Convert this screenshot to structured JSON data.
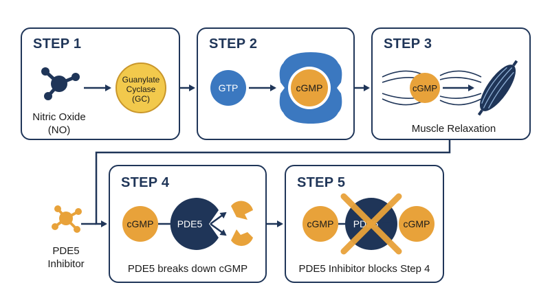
{
  "colors": {
    "navy": "#1f3558",
    "orange": "#e8a23a",
    "orange_outline": "#b87a1e",
    "blue": "#3b78c0",
    "light_yellow": "#f2c94c",
    "white": "#ffffff"
  },
  "steps": [
    {
      "title": "STEP 1",
      "nitric_oxide_label": "Nitric Oxide\n(NO)",
      "enzyme_label_line1": "Guanylate",
      "enzyme_label_line2": "Cyclase",
      "enzyme_label_line3": "(GC)",
      "icon": "molecule-icon"
    },
    {
      "title": "STEP 2",
      "substrate": "GTP",
      "product": "cGMP"
    },
    {
      "title": "STEP 3",
      "molecule": "cGMP",
      "caption": "Muscle Relaxation",
      "icon": "muscle-icon"
    },
    {
      "title": "STEP 4",
      "molecule": "cGMP",
      "enzyme": "PDE5",
      "caption": "PDE5 breaks down cGMP"
    },
    {
      "title": "STEP 5",
      "molecule": "cGMP",
      "enzyme": "PDE5",
      "product": "cGMP",
      "caption": "PDE5 Inhibitor blocks Step 4"
    }
  ],
  "inhibitor_label": "PDE5\nInhibitor"
}
